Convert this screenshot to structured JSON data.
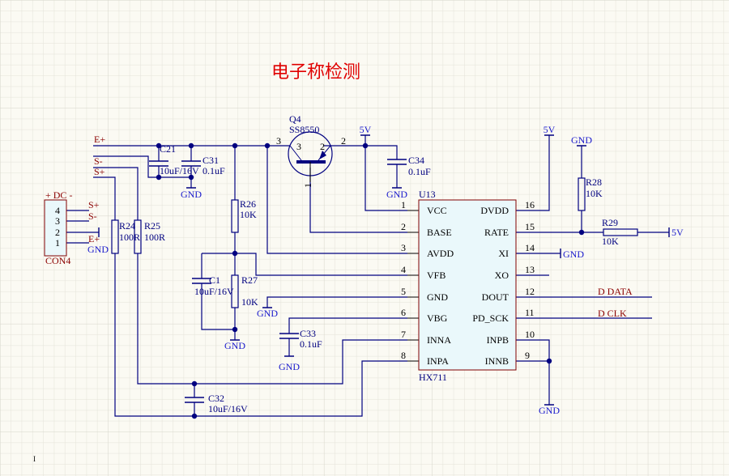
{
  "title": "电子称检测",
  "colors": {
    "wire": "#000080",
    "title": "#e00000",
    "net_label": "#8b0000",
    "ic_fill": "#eaf8fb",
    "ic_border": "#800000",
    "power": "#1a1acc"
  },
  "nets": {
    "e_plus": "E+",
    "s_minus": "S-",
    "s_plus": "S+",
    "d_data": "D DATA",
    "d_clk": "D CLK"
  },
  "power": {
    "gnd": "GND",
    "v5": "5V"
  },
  "connector": {
    "ref": "CON4",
    "header": "+ DC -",
    "pins": [
      "4",
      "3",
      "2",
      "1"
    ],
    "pin_nets": [
      "S+",
      "S-",
      "",
      "E+"
    ]
  },
  "components": {
    "C21": {
      "ref": "C21",
      "value": "10uF/16V"
    },
    "C31": {
      "ref": "C31",
      "value": "0.1uF"
    },
    "C34": {
      "ref": "C34",
      "value": "0.1uF"
    },
    "C1": {
      "ref": "C1",
      "value": "10uF/16V"
    },
    "C33": {
      "ref": "C33",
      "value": "0.1uF"
    },
    "C32": {
      "ref": "C32",
      "value": "10uF/16V"
    },
    "R24": {
      "ref": "R24",
      "value": "100R"
    },
    "R25": {
      "ref": "R25",
      "value": "100R"
    },
    "R26": {
      "ref": "R26",
      "value": "10K"
    },
    "R27": {
      "ref": "R27",
      "value": "10K"
    },
    "R28": {
      "ref": "R28",
      "value": "10K"
    },
    "R29": {
      "ref": "R29",
      "value": "10K"
    },
    "Q4": {
      "ref": "Q4",
      "value": "SS8550",
      "pins": [
        "3",
        "2",
        "1"
      ],
      "wire_pins": [
        "3",
        "2"
      ]
    }
  },
  "ic": {
    "ref": "U13",
    "part": "HX711",
    "left": [
      {
        "num": "1",
        "name": "VCC"
      },
      {
        "num": "2",
        "name": "BASE"
      },
      {
        "num": "3",
        "name": "AVDD"
      },
      {
        "num": "4",
        "name": "VFB"
      },
      {
        "num": "5",
        "name": "GND"
      },
      {
        "num": "6",
        "name": "VBG"
      },
      {
        "num": "7",
        "name": "INNA"
      },
      {
        "num": "8",
        "name": "INPA"
      }
    ],
    "right": [
      {
        "num": "16",
        "name": "DVDD"
      },
      {
        "num": "15",
        "name": "RATE"
      },
      {
        "num": "14",
        "name": "XI"
      },
      {
        "num": "13",
        "name": "XO"
      },
      {
        "num": "12",
        "name": "DOUT"
      },
      {
        "num": "11",
        "name": "PD_SCK"
      },
      {
        "num": "10",
        "name": "INPB"
      },
      {
        "num": "9",
        "name": "INNB"
      }
    ]
  },
  "cursor_mark": "I"
}
